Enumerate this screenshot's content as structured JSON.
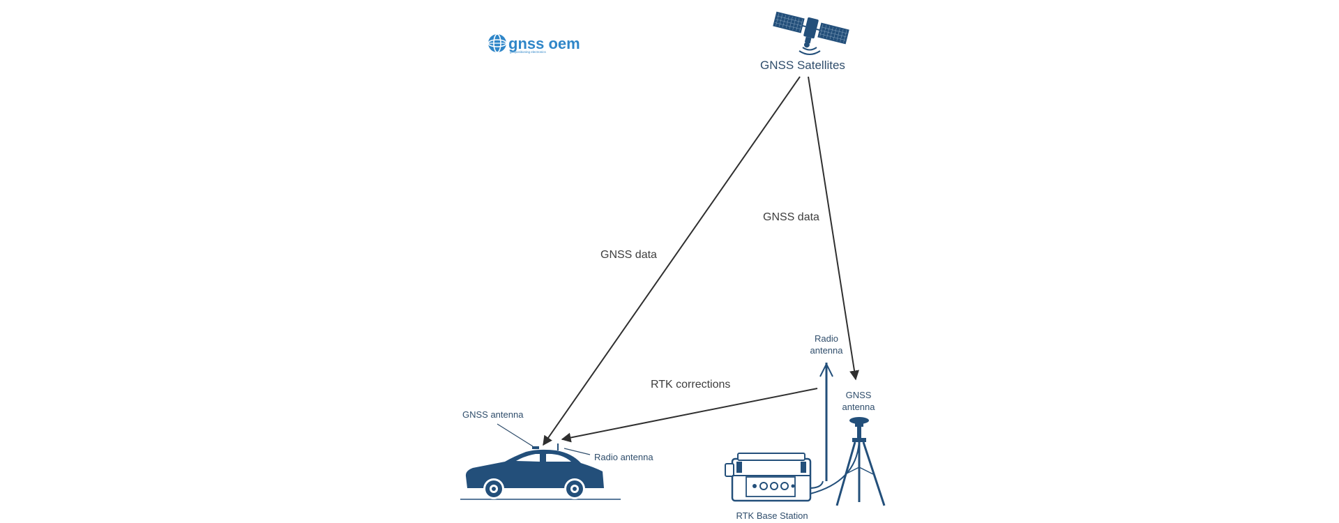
{
  "logo": {
    "name": "gnss oem",
    "tagline": "geopositioning electronics",
    "color": "#2f86c8"
  },
  "colors": {
    "primary": "#234f7a",
    "line": "#2f2f2f",
    "text": "#3d3d3d",
    "label": "#2f4d6b"
  },
  "labels": {
    "satellites": "GNSS Satellites",
    "gnss_data_left": "GNSS data",
    "gnss_data_right": "GNSS data",
    "rtk_corrections": "RTK corrections",
    "rover_gnss_antenna": "GNSS antenna",
    "rover_radio_antenna": "Radio antenna",
    "base_radio_antenna_line1": "Radio",
    "base_radio_antenna_line2": "antenna",
    "base_gnss_antenna_line1": "GNSS",
    "base_gnss_antenna_line2": "antenna",
    "base_station": "RTK Base Station"
  },
  "icons": {
    "satellite": "satellite-icon",
    "car": "car-icon",
    "base_station": "base-station-case-icon",
    "tripod": "tripod-antenna-icon",
    "radio_mast": "radio-antenna-mast-icon",
    "logo": "gnss-oem-globe-icon"
  }
}
